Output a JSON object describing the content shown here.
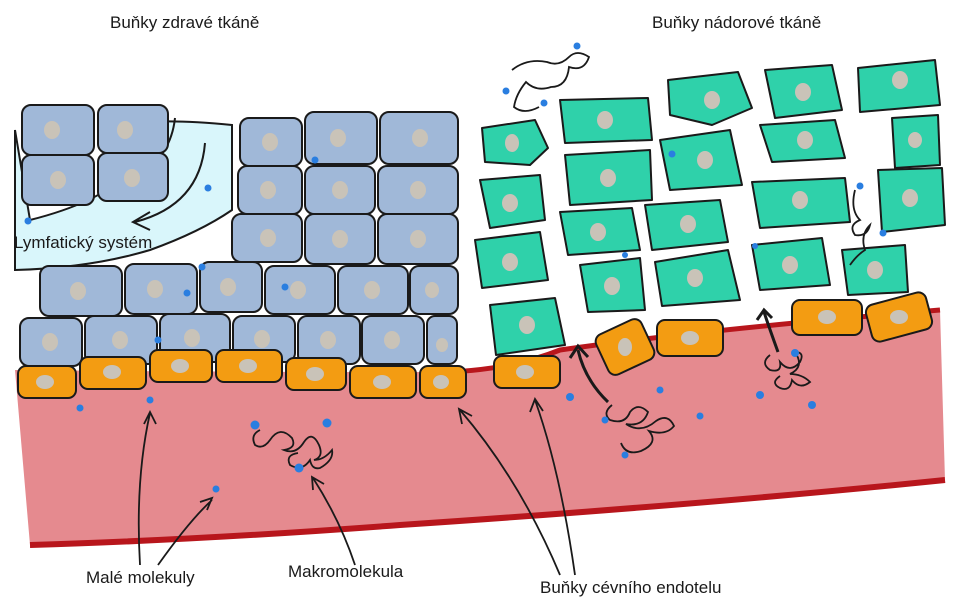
{
  "labels": {
    "healthy_title": "Buňky zdravé tkáně",
    "tumor_title": "Buňky nádorové tkáně",
    "lymphatic": "Lymfatický systém",
    "small_molecules": "Malé molekuly",
    "macromolecule": "Makromolekula",
    "endothelium": "Buňky cévního endotelu"
  },
  "colors": {
    "healthy_cell": "#a0b8d8",
    "tumor_cell": "#2fd1aa",
    "endothelial_cell": "#f39c12",
    "blood_vessel": "#e58a8f",
    "vessel_wall": "#b8161c",
    "lymphatic": "#d9f6fb",
    "nucleus": "#c9c3b8",
    "molecule": "#2a7ee0"
  }
}
